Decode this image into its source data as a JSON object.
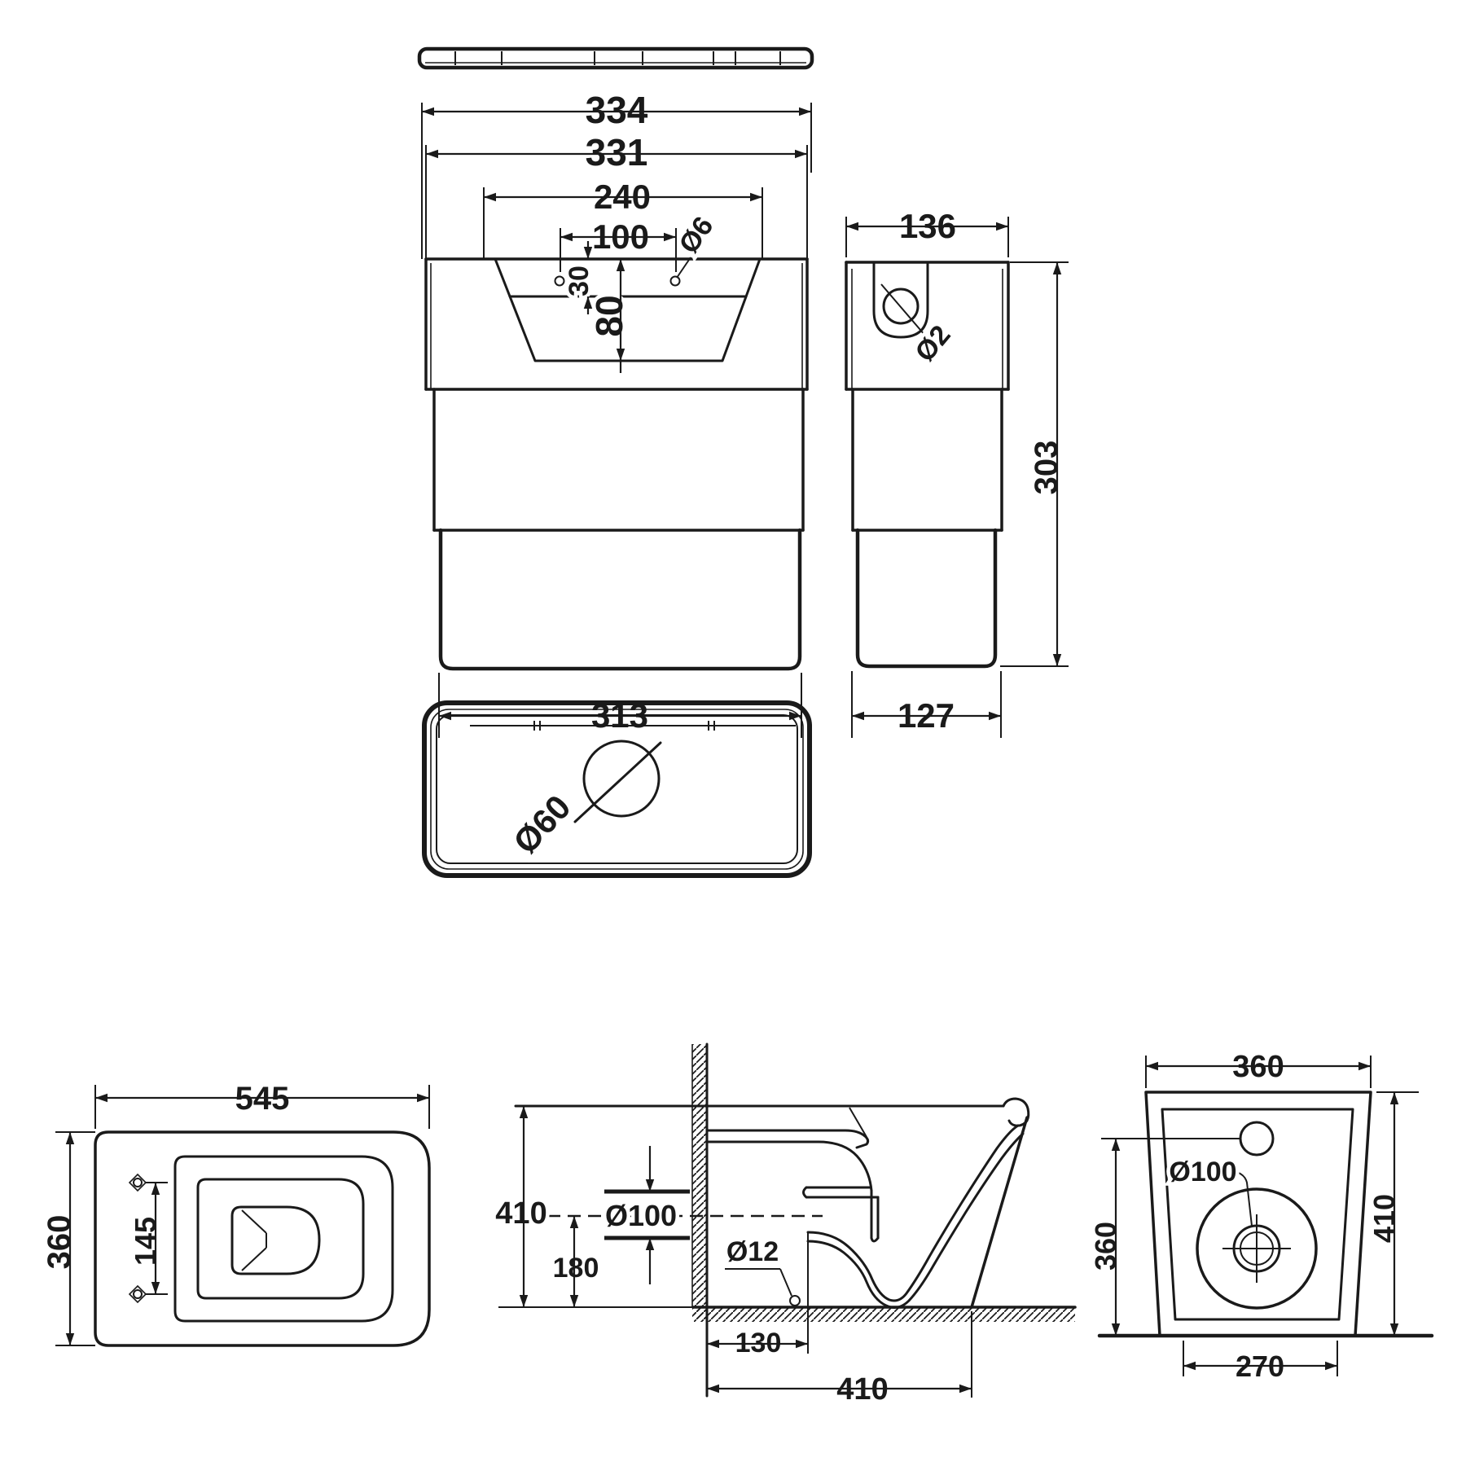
{
  "drawing": {
    "cistern_front": {
      "lid_width": "334",
      "body_width": "331",
      "recess_width": "240",
      "hole_spacing": "100",
      "hole_dia": "Ø6",
      "hole_offset": "30",
      "recess_depth": "80",
      "base_width": "313"
    },
    "cistern_side": {
      "depth": "136",
      "hole_dia": "Ø2",
      "height": "303",
      "base_depth": "127"
    },
    "cistern_plan": {
      "flush_hole_dia": "Ø60"
    },
    "pan_plan": {
      "length": "545",
      "width": "360",
      "fixing_spacing": "145"
    },
    "pan_section": {
      "height": "410",
      "outlet_dia": "Ø100",
      "outlet_center_height": "180",
      "floor_fixing_dia": "Ø12",
      "fixing_from_wall": "130",
      "depth": "410"
    },
    "pan_rear": {
      "top_width": "360",
      "outlet_dia": "Ø100",
      "left_height": "360",
      "right_height": "410",
      "base_width": "270"
    }
  }
}
